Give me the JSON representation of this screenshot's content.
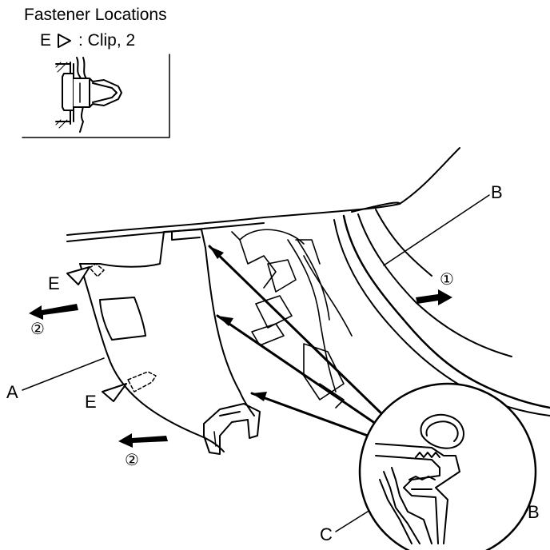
{
  "header": {
    "title": "Fastener Locations",
    "legend_letter": "E",
    "legend_text": ": Clip, 2"
  },
  "labels": {
    "a": "A",
    "b_top": "B",
    "b_detail": "B",
    "c": "C",
    "e_upper": "E",
    "e_lower": "E"
  },
  "steps": {
    "one": "①",
    "two_upper": "②",
    "two_lower": "②"
  },
  "colors": {
    "ink": "#000000",
    "paper": "#ffffff"
  }
}
